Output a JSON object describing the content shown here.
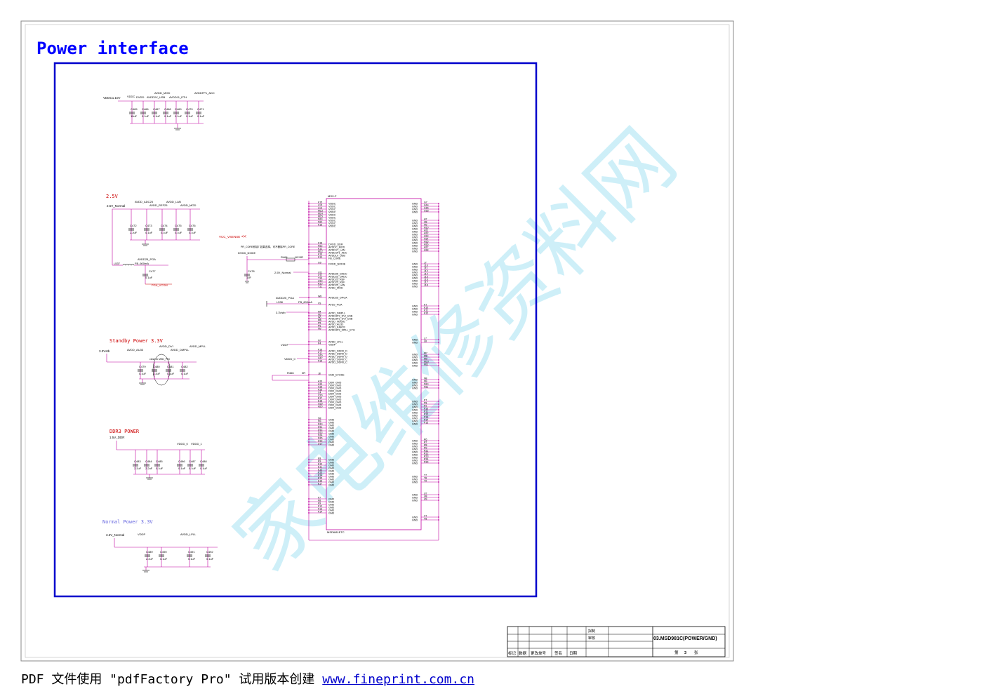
{
  "title": "Power interface",
  "colors": {
    "title": "#0000ff",
    "frame": "#0000cc",
    "wire": "#c000a0",
    "label": "#b00020",
    "section": "#cc0000",
    "watermark": "#aee6f5"
  },
  "watermark": "家电维修资料网",
  "top_rails": {
    "rail_label": "VDDC1.10V",
    "nets": [
      "VDDC",
      "DVDD",
      "AVDD_MOD",
      "AVDD2V_USB",
      "AVDD11_ETH",
      "AVDDFP1_ADC"
    ],
    "caps": [
      {
        "ref": "C465",
        "val": "10uF"
      },
      {
        "ref": "C466",
        "val": "0.1uF"
      },
      {
        "ref": "C467",
        "val": "0.1uF"
      },
      {
        "ref": "C468",
        "val": "0.1uF"
      },
      {
        "ref": "C469",
        "val": "0.1uF"
      },
      {
        "ref": "C470",
        "val": "0.1uF"
      },
      {
        "ref": "C471",
        "val": "0.1uF"
      }
    ]
  },
  "sec_25": {
    "title": "2.5V",
    "rail_label": "2.5V_Normal",
    "nets": [
      "AVDD_ADC25",
      "AVDD_REF25",
      "AVDD_LAN",
      "AVDD_MOD"
    ],
    "caps": [
      {
        "ref": "C472",
        "val": "2.2uF"
      },
      {
        "ref": "C473",
        "val": "0.1uF"
      },
      {
        "ref": "C474",
        "val": "0.1uF"
      },
      {
        "ref": "C475",
        "val": "0.1uF"
      },
      {
        "ref": "C476",
        "val": "0.1uF"
      }
    ],
    "inductor": "L537",
    "ind_val": "FB_600mA",
    "pga_net": "AVDD25_PGA",
    "pga_cap": {
      "ref": "C477",
      "val": "0.1uF"
    },
    "pga_note": "PGA_VCOM"
  },
  "standby": {
    "title": "Standby Power 3.3V",
    "rail_label": "3.3Vstb",
    "nets": [
      "AVDD_AU33",
      "AVDD_DVI",
      "AVDD_DMPLL",
      "AVDD_MPLL"
    ],
    "note": "close to MSD_PIN",
    "caps": [
      {
        "ref": "C479",
        "val": "0.1uF"
      },
      {
        "ref": "C480",
        "val": "2.2uF"
      },
      {
        "ref": "C481",
        "val": "0.1uF"
      },
      {
        "ref": "C482",
        "val": "0.1uF"
      }
    ]
  },
  "ddr3": {
    "title": "DDR3 POWER",
    "rail_label": "1.5V_DDR",
    "nets": [
      "VDDD_0",
      "VDDD_1"
    ],
    "caps": [
      {
        "ref": "C483",
        "val": "2.2uF"
      },
      {
        "ref": "C484",
        "val": "2.2uF"
      },
      {
        "ref": "C485",
        "val": "0.1uF"
      },
      {
        "ref": "C486",
        "val": "0.1uF"
      },
      {
        "ref": "C487",
        "val": "0.1uF"
      },
      {
        "ref": "C488",
        "val": "0.1uF"
      }
    ]
  },
  "normal": {
    "title": "Normal Power 3.3V",
    "rail_label": "3.3V_Normal",
    "nets": [
      "VDDP",
      "AVDD_LPLL"
    ],
    "caps": [
      {
        "ref": "C489",
        "val": "2.2uF"
      },
      {
        "ref": "C490",
        "val": "0.1uF"
      },
      {
        "ref": "C491",
        "val": "0.1uF"
      },
      {
        "ref": "C492",
        "val": "0.1uF"
      }
    ]
  },
  "mid": {
    "vcc_vsense": "VCC_VSENSE",
    "note": "PR_CORE即接7 如果选择，可不删除PR_CORE",
    "dvdd_node": "DVDD_NODE",
    "r_ref": "R464",
    "nc_label": "NC/0R",
    "c478": {
      "ref": "C478",
      "val": "1uF"
    },
    "rail_25": "2.5V_Normal",
    "pga": "AVDD25_PGA",
    "l_ref": "L538",
    "l_val": "FB_600mA",
    "rail_33": "3.3Vstb",
    "vddp": "VDDP",
    "vddd0": "VDDD_0",
    "r466": "R466",
    "r466_val": "0R"
  },
  "chip": {
    "name": "MSD6I81ETC",
    "top": "MSX-F",
    "left_pins": [
      {
        "pin": "K15",
        "name": "VDDC"
      },
      {
        "pin": "L15",
        "name": "VDDC"
      },
      {
        "pin": "L16",
        "name": "VDDC"
      },
      {
        "pin": "M13",
        "name": "VDDC"
      },
      {
        "pin": "M14",
        "name": "VDDC"
      },
      {
        "pin": "M15",
        "name": "VDDC"
      },
      {
        "pin": "N13",
        "name": "VDDC"
      },
      {
        "pin": "N14",
        "name": "VDDC"
      },
      {
        "pin": "K16",
        "name": "VDDC"
      },
      {
        "pin": "K18",
        "name": "DVDD_DDR"
      },
      {
        "pin": "N12",
        "name": "AVDDC_MOD"
      },
      {
        "pin": "K12",
        "name": "AVDD1T_LAN"
      },
      {
        "pin": "M12",
        "name": "AVDD1P1_ADC"
      },
      {
        "pin": "K13",
        "name": "AVDDLV_USB"
      },
      {
        "pin": "K14",
        "name": "FB_CORE"
      },
      {
        "pin": "G9",
        "name": "DVDD_NODIE"
      },
      {
        "pin": "U11",
        "name": "AVDD25_DADC"
      },
      {
        "pin": "V11",
        "name": "AVDD25_DADC"
      },
      {
        "pin": "T10",
        "name": "AVDD25_REF"
      },
      {
        "pin": "U10",
        "name": "AVDD25_REF"
      },
      {
        "pin": "R10",
        "name": "AVDD25_LAN"
      },
      {
        "pin": "T11",
        "name": "AVDD_MOD"
      },
      {
        "pin": "W8",
        "name": "AVDD25_DPGA"
      },
      {
        "pin": "V9",
        "name": "AVSS_PGA"
      },
      {
        "pin": "N4",
        "name": "AVDD_DMPLL"
      },
      {
        "pin": "N5",
        "name": "AVDD3P3_DVI_USB"
      },
      {
        "pin": "N6",
        "name": "AVDD3P3_DVI_USB"
      },
      {
        "pin": "M6",
        "name": "AVDD_NODIE"
      },
      {
        "pin": "P5",
        "name": "AVDD_AU33"
      },
      {
        "pin": "P6",
        "name": "AVDD_EAR33"
      },
      {
        "pin": "N9",
        "name": "AVDD3P3_MPLL_ETH"
      },
      {
        "pin": "N7",
        "name": "AVDD_LPLL"
      },
      {
        "pin": "P4",
        "name": "VDDP"
      },
      {
        "pin": "F16",
        "name": "AVDD_DDR0_D"
      },
      {
        "pin": "F17",
        "name": "AVDD_DDR0_D"
      },
      {
        "pin": "G16",
        "name": "AVDD_DDR0_D"
      },
      {
        "pin": "G17",
        "name": "AVDD_DDR0_C"
      },
      {
        "pin": "F15",
        "name": "AVDD_DDR0_C"
      },
      {
        "pin": "J8",
        "name": "GND_EFUSE"
      },
      {
        "pin": "A13",
        "name": "DDR_GND"
      },
      {
        "pin": "A14",
        "name": "DDR_GND"
      },
      {
        "pin": "A15",
        "name": "DDR_GND"
      },
      {
        "pin": "A16",
        "name": "DDR_GND"
      },
      {
        "pin": "C4",
        "name": "DDR_GND"
      },
      {
        "pin": "C20",
        "name": "DDR_GND"
      },
      {
        "pin": "E17",
        "name": "DDR_GND"
      },
      {
        "pin": "E18",
        "name": "DDR_GND"
      },
      {
        "pin": "G20",
        "name": "DDR_GND"
      },
      {
        "pin": "H20",
        "name": "DDR_GND"
      },
      {
        "pin": "D8",
        "name": "GND"
      },
      {
        "pin": "D9",
        "name": "GND"
      },
      {
        "pin": "D10",
        "name": "GND"
      },
      {
        "pin": "D11",
        "name": "GND"
      },
      {
        "pin": "D12",
        "name": "GND"
      },
      {
        "pin": "D13",
        "name": "GND"
      },
      {
        "pin": "D14",
        "name": "GND"
      },
      {
        "pin": "D15",
        "name": "GND"
      },
      {
        "pin": "D16",
        "name": "GND"
      },
      {
        "pin": "D17",
        "name": "GND"
      },
      {
        "pin": "E8",
        "name": "GND"
      },
      {
        "pin": "E9",
        "name": "GND"
      },
      {
        "pin": "E10",
        "name": "GND"
      },
      {
        "pin": "E11",
        "name": "GND"
      },
      {
        "pin": "E12",
        "name": "GND"
      },
      {
        "pin": "E13",
        "name": "GND"
      },
      {
        "pin": "E14",
        "name": "GND"
      },
      {
        "pin": "E15",
        "name": "GND"
      },
      {
        "pin": "E16",
        "name": "GND"
      },
      {
        "pin": "E17",
        "name": "GND"
      },
      {
        "pin": "F7",
        "name": "GND"
      },
      {
        "pin": "F8",
        "name": "GND"
      },
      {
        "pin": "F9",
        "name": "GND"
      },
      {
        "pin": "F12",
        "name": "GND"
      },
      {
        "pin": "F13",
        "name": "GND"
      },
      {
        "pin": "F14",
        "name": "GND"
      }
    ],
    "right_pins": [
      {
        "pin": "G7",
        "name": "GND"
      },
      {
        "pin": "G14",
        "name": "GND"
      },
      {
        "pin": "G15",
        "name": "GND"
      },
      {
        "pin": "G18",
        "name": "GND"
      },
      {
        "pin": "H7",
        "name": "GND"
      },
      {
        "pin": "H8",
        "name": "GND"
      },
      {
        "pin": "H9",
        "name": "GND"
      },
      {
        "pin": "H10",
        "name": "GND"
      },
      {
        "pin": "H11",
        "name": "GND"
      },
      {
        "pin": "H12",
        "name": "GND"
      },
      {
        "pin": "H13",
        "name": "GND"
      },
      {
        "pin": "H14",
        "name": "GND"
      },
      {
        "pin": "H15",
        "name": "GND"
      },
      {
        "pin": "H16",
        "name": "GND"
      },
      {
        "pin": "H17",
        "name": "GND"
      },
      {
        "pin": "H18",
        "name": "GND"
      },
      {
        "pin": "J7",
        "name": "GND"
      },
      {
        "pin": "J10",
        "name": "GND"
      },
      {
        "pin": "J11",
        "name": "GND"
      },
      {
        "pin": "J12",
        "name": "GND"
      },
      {
        "pin": "J14",
        "name": "GND"
      },
      {
        "pin": "J15",
        "name": "GND"
      },
      {
        "pin": "J16",
        "name": "GND"
      },
      {
        "pin": "J17",
        "name": "GND"
      },
      {
        "pin": "J18",
        "name": "GND"
      },
      {
        "pin": "K7",
        "name": "GND"
      },
      {
        "pin": "K10",
        "name": "GND"
      },
      {
        "pin": "K11",
        "name": "GND"
      },
      {
        "pin": "K12",
        "name": "GND"
      },
      {
        "pin": "L7",
        "name": "GND"
      },
      {
        "pin": "L8",
        "name": "GND"
      },
      {
        "pin": "M7",
        "name": "GND"
      },
      {
        "pin": "M8",
        "name": "GND"
      },
      {
        "pin": "M9",
        "name": "GND"
      },
      {
        "pin": "M10",
        "name": "GND"
      },
      {
        "pin": "M11",
        "name": "GND"
      },
      {
        "pin": "N8",
        "name": "GND"
      },
      {
        "pin": "N9",
        "name": "GND"
      },
      {
        "pin": "N10",
        "name": "GND"
      },
      {
        "pin": "N11",
        "name": "GND"
      },
      {
        "pin": "P7",
        "name": "GND"
      },
      {
        "pin": "P8",
        "name": "GND"
      },
      {
        "pin": "P9",
        "name": "GND"
      },
      {
        "pin": "P10",
        "name": "GND"
      },
      {
        "pin": "P11",
        "name": "GND"
      },
      {
        "pin": "P12",
        "name": "GND"
      },
      {
        "pin": "P13",
        "name": "GND"
      },
      {
        "pin": "P14",
        "name": "GND"
      },
      {
        "pin": "P15",
        "name": "GND"
      },
      {
        "pin": "R6",
        "name": "GND"
      },
      {
        "pin": "R7",
        "name": "GND"
      },
      {
        "pin": "R8",
        "name": "GND"
      },
      {
        "pin": "R9",
        "name": "GND"
      },
      {
        "pin": "R11",
        "name": "GND"
      },
      {
        "pin": "R12",
        "name": "GND"
      },
      {
        "pin": "R13",
        "name": "GND"
      },
      {
        "pin": "R14",
        "name": "GND"
      },
      {
        "pin": "R15",
        "name": "GND"
      },
      {
        "pin": "T7",
        "name": "GND"
      },
      {
        "pin": "T8",
        "name": "GND"
      },
      {
        "pin": "T9",
        "name": "GND"
      },
      {
        "pin": "U7",
        "name": "GND"
      },
      {
        "pin": "U8",
        "name": "GND"
      },
      {
        "pin": "U9",
        "name": "GND"
      },
      {
        "pin": "V7",
        "name": "GND"
      },
      {
        "pin": "V8",
        "name": "GND"
      }
    ]
  },
  "title_block": {
    "row1_label": "拟制",
    "row2_label": "审核",
    "doc_title": "03.MSD981C(POWER/GND)",
    "headers": [
      "标记",
      "数据",
      "更改单号",
      "签名",
      "日期"
    ],
    "page_prefix": "第",
    "page_num": "3",
    "page_suffix": "张"
  },
  "footer": {
    "text": "PDF 文件使用 \"pdfFactory Pro\" 试用版本创建 ",
    "link": "www.fineprint.com.cn"
  }
}
